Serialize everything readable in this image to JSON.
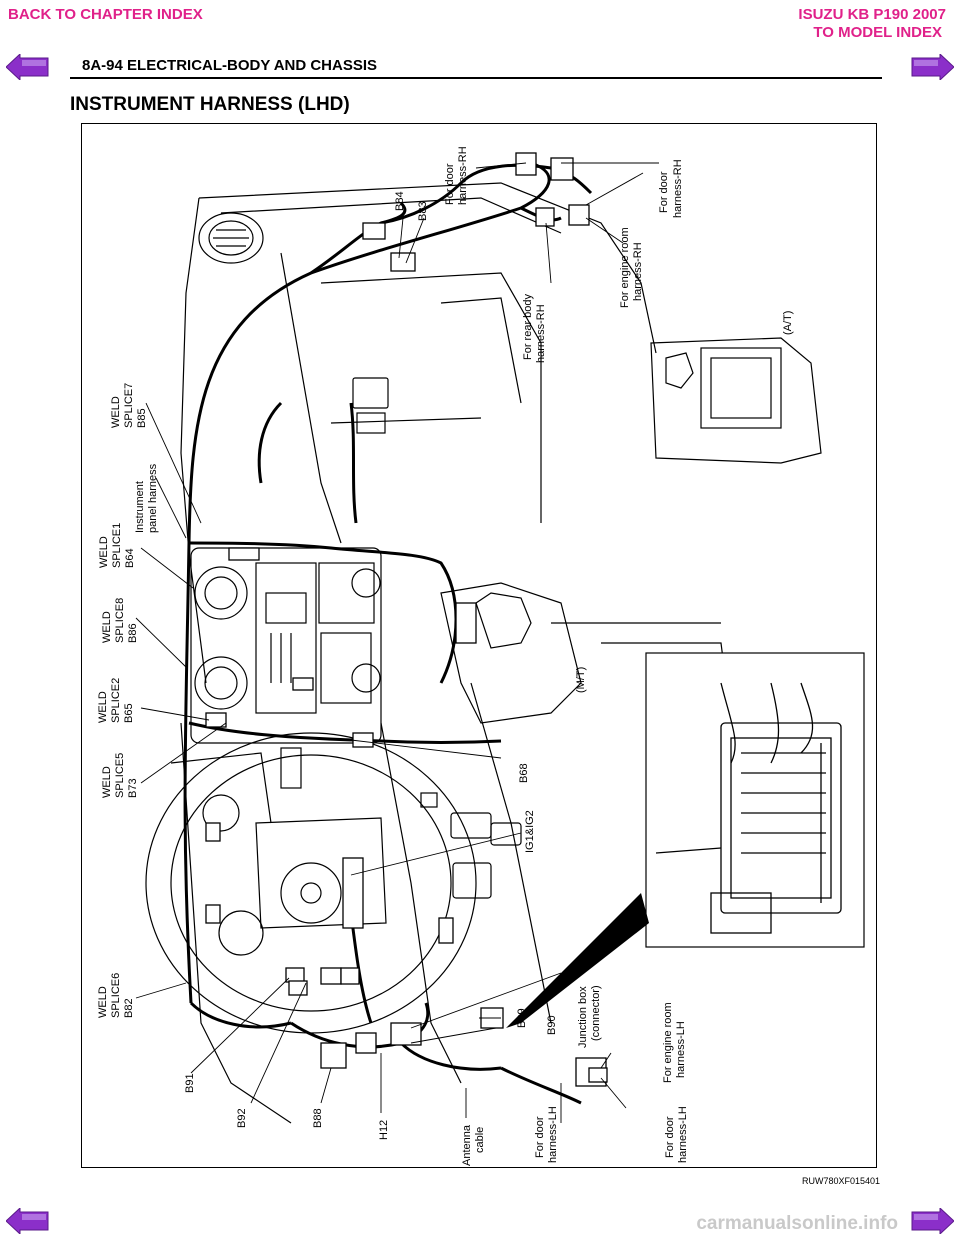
{
  "nav": {
    "back": "BACK TO CHAPTER INDEX",
    "model_title": "ISUZU KB P190 2007",
    "model_index": "TO MODEL INDEX"
  },
  "header": {
    "section": "8A-94  ELECTRICAL-BODY AND CHASSIS",
    "title": "INSTRUMENT HARNESS (LHD)"
  },
  "figure": {
    "code": "RUW780XF015401",
    "labels": {
      "b84": "B84",
      "b83": "B83",
      "door_rh_top_1": "For door",
      "door_rh_top_2": "harness-RH",
      "door_rh_right_1": "For door",
      "door_rh_right_2": "harness-RH",
      "engine_rh_1": "For engine room",
      "engine_rh_2": "harness-RH",
      "rear_body_1": "For rear body",
      "rear_body_2": "harness-RH",
      "at": "(A/T)",
      "mt": "(M/T)",
      "weld7_1": "WELD",
      "weld7_2": "SPLICE7",
      "weld7_3": "B85",
      "inst_1": "Instrument",
      "inst_2": "panel harness",
      "weld1_1": "WELD",
      "weld1_2": "SPLICE1",
      "weld1_3": "B64",
      "weld8_1": "WELD",
      "weld8_2": "SPLICE8",
      "weld8_3": "B86",
      "weld2_1": "WELD",
      "weld2_2": "SPLICE2",
      "weld2_3": "B65",
      "weld5_1": "WELD",
      "weld5_2": "SPLICE5",
      "weld5_3": "B73",
      "b68": "B68",
      "ig": "IG1&IG2",
      "weld6_1": "WELD",
      "weld6_2": "SPLICE6",
      "weld6_3": "B82",
      "b89": "B89",
      "b90": "B90",
      "jbox_1": "Junction box",
      "jbox_2": "(connector)",
      "engine_lh_1": "For engine room",
      "engine_lh_2": "harness-LH",
      "door_lh_right_1": "For door",
      "door_lh_right_2": "harness-LH",
      "door_lh_1": "For door",
      "door_lh_2": "harness-LH",
      "antenna_1": "Antenna",
      "antenna_2": "cable",
      "h12": "H12",
      "b88": "B88",
      "b92": "B92",
      "b91": "B91"
    }
  },
  "watermark": "carmanualsonline.info",
  "colors": {
    "nav_pink": "#e0218a",
    "arrow_fill": "#8b2fc9"
  },
  "icons": [
    "arrow-left-icon",
    "arrow-right-icon"
  ]
}
